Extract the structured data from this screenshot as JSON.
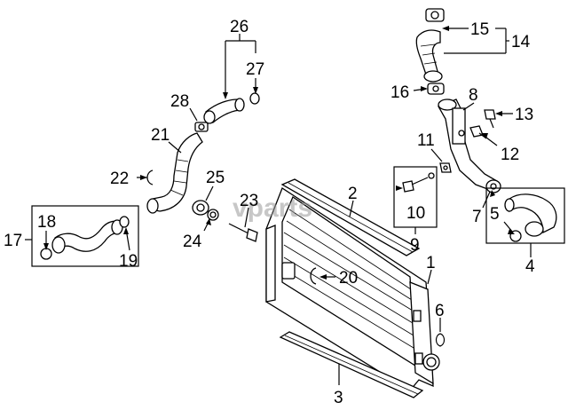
{
  "watermark": "vparts",
  "callouts": {
    "c1": "1",
    "c2": "2",
    "c3": "3",
    "c4": "4",
    "c5": "5",
    "c6": "6",
    "c7": "7",
    "c8": "8",
    "c9": "9",
    "c10": "10",
    "c11": "11",
    "c12": "12",
    "c13": "13",
    "c14": "14",
    "c15": "15",
    "c16": "16",
    "c17": "17",
    "c18": "18",
    "c19": "19",
    "c20": "20",
    "c21": "21",
    "c22": "22",
    "c23": "23",
    "c24": "24",
    "c25": "25",
    "c26": "26",
    "c27": "27",
    "c28": "28"
  }
}
